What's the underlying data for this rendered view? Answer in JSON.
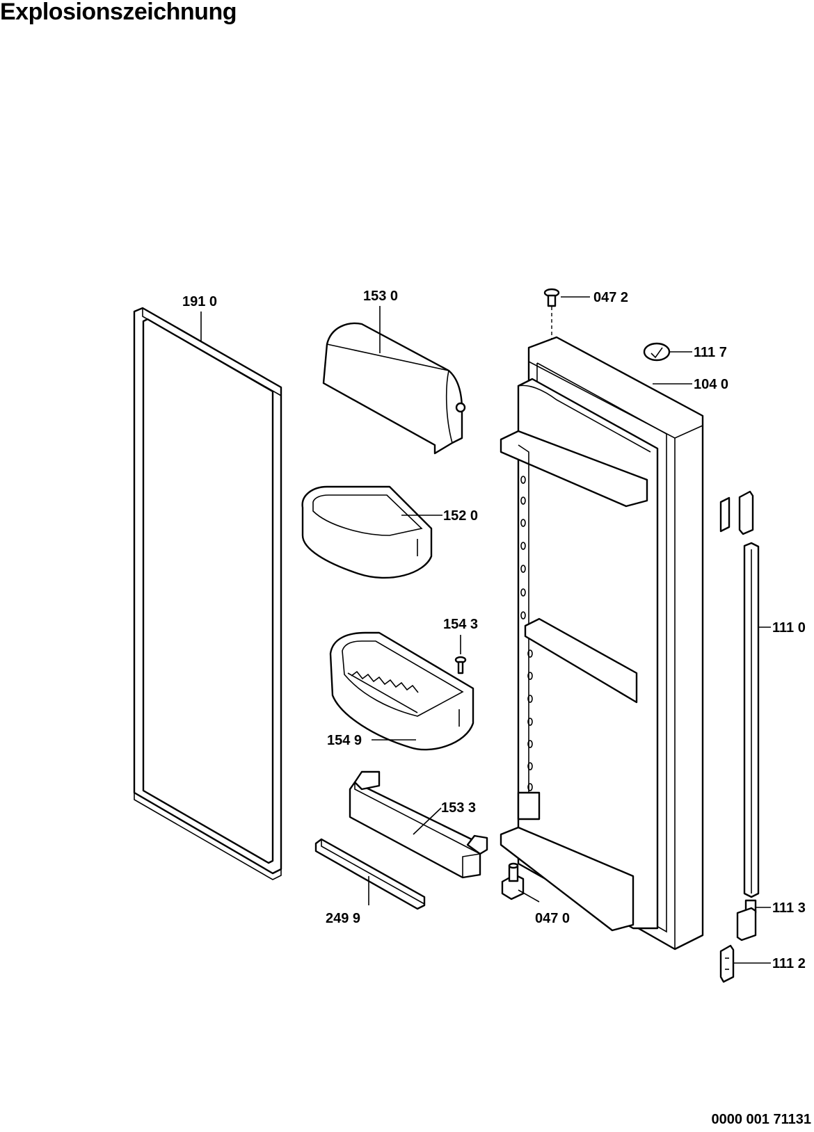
{
  "title": "Explosionszeichnung",
  "document_number": "0000 001 71131",
  "parts": [
    {
      "id": "p1910",
      "label": "191 0",
      "icon": "door-gasket"
    },
    {
      "id": "p1530",
      "label": "153 0",
      "icon": "butter-compartment"
    },
    {
      "id": "p0472",
      "label": "047 2",
      "icon": "hinge-pin"
    },
    {
      "id": "p1117",
      "label": "111 7",
      "icon": "badge-plug"
    },
    {
      "id": "p1040",
      "label": "104 0",
      "icon": "door-panel"
    },
    {
      "id": "p1520",
      "label": "152 0",
      "icon": "door-shelf"
    },
    {
      "id": "p1543",
      "label": "154 3",
      "icon": "screw"
    },
    {
      "id": "p1549",
      "label": "154 9",
      "icon": "egg-tray-shelf"
    },
    {
      "id": "p1533",
      "label": "153 3",
      "icon": "bottle-shelf"
    },
    {
      "id": "p2499",
      "label": "249 9",
      "icon": "bottle-retainer-bar"
    },
    {
      "id": "p0470",
      "label": "047 0",
      "icon": "bottom-hinge-bushing"
    },
    {
      "id": "p1110",
      "label": "111 0",
      "icon": "handle-profile"
    },
    {
      "id": "p1113",
      "label": "111 3",
      "icon": "handle-end-cap"
    },
    {
      "id": "p1112",
      "label": "111 2",
      "icon": "handle-bracket"
    }
  ]
}
